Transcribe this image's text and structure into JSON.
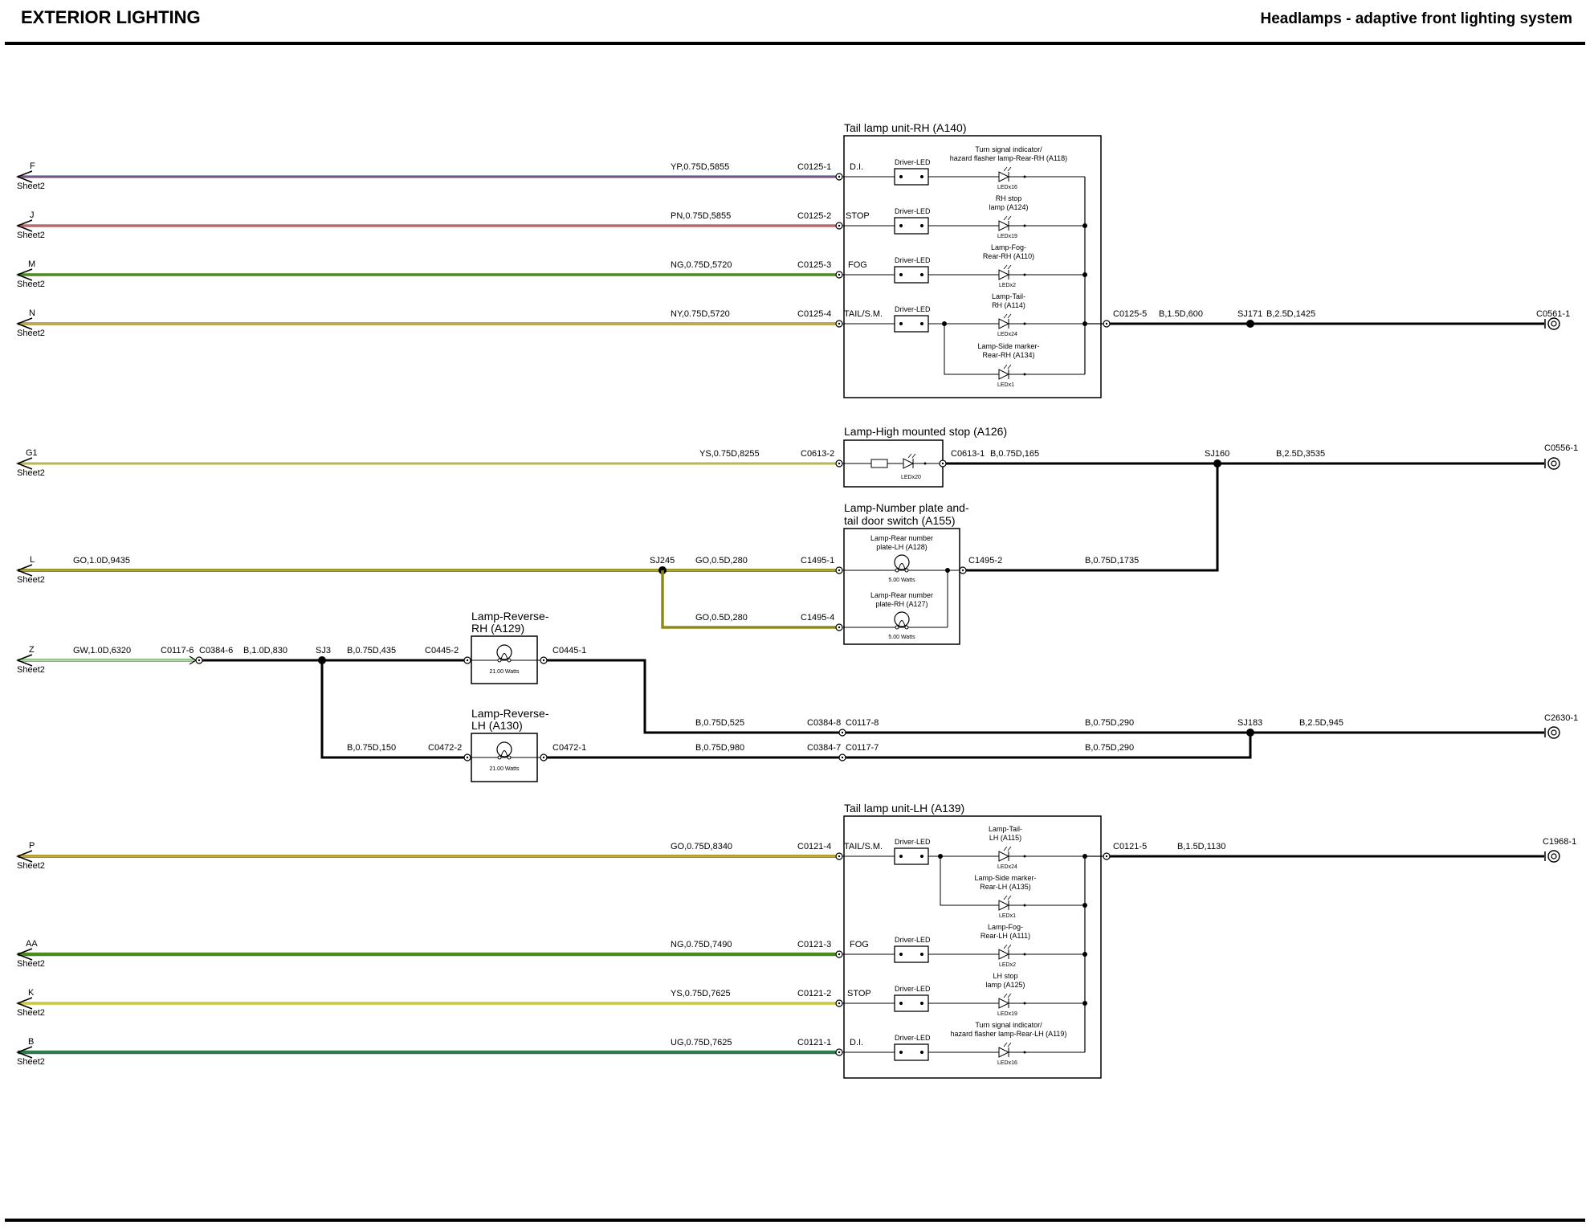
{
  "header": {
    "left_title": "EXTERIOR LIGHTING",
    "right_title": "Headlamps - adaptive front lighting system"
  },
  "wire_colors": {
    "YP": "#c7b44a",
    "PN": "#9b4040",
    "NG": "#5e8f24",
    "NY": "#b89b2a",
    "YS": "#d6d272",
    "GO": "#8a8a17",
    "GW": "#7fb86f",
    "B": "#000000",
    "UG": "#2e7d4f",
    "Y": "#d1d036"
  },
  "signals": [
    {
      "id": "F",
      "sheet": "Sheet2"
    },
    {
      "id": "J",
      "sheet": "Sheet2"
    },
    {
      "id": "M",
      "sheet": "Sheet2"
    },
    {
      "id": "N",
      "sheet": "Sheet2"
    },
    {
      "id": "G1",
      "sheet": "Sheet2"
    },
    {
      "id": "L",
      "sheet": "Sheet2"
    },
    {
      "id": "Z",
      "sheet": "Sheet2"
    },
    {
      "id": "P",
      "sheet": "Sheet2"
    },
    {
      "id": "AA",
      "sheet": "Sheet2"
    },
    {
      "id": "K",
      "sheet": "Sheet2"
    },
    {
      "id": "B",
      "sheet": "Sheet2"
    }
  ],
  "wire_labels": {
    "F": "YP,0.75D,5855",
    "J": "PN,0.75D,5855",
    "M": "NG,0.75D,5720",
    "N": "NY,0.75D,5720",
    "G1": "YS,0.75D,8255",
    "L": "GO,1.0D,9435",
    "L_a": "GO,0.5D,280",
    "L_b": "GO,0.5D,280",
    "Z": "GW,1.0D,6320",
    "Z_a": "B,1.0D,830",
    "Z_b": "B,0.75D,435",
    "Z_c": "B,0.75D,150",
    "P": "GO,0.75D,8340",
    "AA": "NG,0.75D,7490",
    "K": "YS,0.75D,7625",
    "B": "UG,0.75D,7625",
    "rh_gnd": "B,1.5D,600",
    "rh_gnd2": "B,2.5D,1425",
    "hms_gnd": "B,0.75D,165",
    "hms_gnd2": "B,2.5D,3535",
    "np_gnd": "B,0.75D,1735",
    "rev_rh": "B,0.75D,525",
    "rev_lh": "B,0.75D,980",
    "rev_rh2": "B,0.75D,290",
    "rev_lh2": "B,0.75D,290",
    "rev_gnd": "B,2.5D,945",
    "lh_gnd": "B,1.5D,1130"
  },
  "connectors": {
    "C0125_1": "C0125-1",
    "C0125_2": "C0125-2",
    "C0125_3": "C0125-3",
    "C0125_4": "C0125-4",
    "C0125_5": "C0125-5",
    "C0613_2": "C0613-2",
    "C0613_1": "C0613-1",
    "C1495_1": "C1495-1",
    "C1495_4": "C1495-4",
    "C1495_2": "C1495-2",
    "C0117_6": "C0117-6",
    "C0384_6": "C0384-6",
    "C0445_2": "C0445-2",
    "C0445_1": "C0445-1",
    "C0472_2": "C0472-2",
    "C0472_1": "C0472-1",
    "C0384_8": "C0384-8",
    "C0117_8": "C0117-8",
    "C0384_7": "C0384-7",
    "C0117_7": "C0117-7",
    "C0121_4": "C0121-4",
    "C0121_3": "C0121-3",
    "C0121_2": "C0121-2",
    "C0121_1": "C0121-1",
    "C0121_5": "C0121-5"
  },
  "splices": {
    "SJ171": "SJ171",
    "SJ160": "SJ160",
    "SJ245": "SJ245",
    "SJ3": "SJ3",
    "SJ183": "SJ183"
  },
  "grounds": {
    "C0561_1": "C0561-1",
    "C0556_1": "C0556-1",
    "C2630_1": "C2630-1",
    "C1968_1": "C1968-1"
  },
  "components": {
    "tail_rh": {
      "title": "Tail lamp unit-RH (A140)",
      "pins": [
        "D.I.",
        "STOP",
        "FOG",
        "TAIL/S.M."
      ],
      "driver": "Driver-LED",
      "lamps": [
        {
          "name1": "Turn signal indicator/",
          "name2": "hazard flasher lamp-Rear-RH (A118)",
          "leds": "LEDx16"
        },
        {
          "name1": "RH stop",
          "name2": "lamp (A124)",
          "leds": "LEDx19"
        },
        {
          "name1": "Lamp-Fog-",
          "name2": "Rear-RH (A110)",
          "leds": "LEDx2"
        },
        {
          "name1": "Lamp-Tail-",
          "name2": "RH (A114)",
          "leds": "LEDx24"
        },
        {
          "name1": "Lamp-Side marker-",
          "name2": "Rear-RH (A134)",
          "leds": "LEDx1"
        }
      ]
    },
    "hms": {
      "title": "Lamp-High mounted stop (A126)",
      "leds": "LEDx20"
    },
    "numplate": {
      "title1": "Lamp-Number plate and-",
      "title2": "tail door switch (A155)",
      "lamp1_a": "Lamp-Rear number",
      "lamp1_b": "plate-LH (A128)",
      "lamp1_w": "5.00 Watts",
      "lamp2_a": "Lamp-Rear number",
      "lamp2_b": "plate-RH (A127)",
      "lamp2_w": "5.00 Watts"
    },
    "rev_rh": {
      "title1": "Lamp-Reverse-",
      "title2": "RH (A129)",
      "watts": "21.00 Watts"
    },
    "rev_lh": {
      "title1": "Lamp-Reverse-",
      "title2": "LH (A130)",
      "watts": "21.00 Watts"
    },
    "tail_lh": {
      "title": "Tail lamp unit-LH (A139)",
      "pins": [
        "TAIL/S.M.",
        "FOG",
        "STOP",
        "D.I."
      ],
      "driver": "Driver-LED",
      "lamps": [
        {
          "name1": "Lamp-Tail-",
          "name2": "LH (A115)",
          "leds": "LEDx24"
        },
        {
          "name1": "Lamp-Side marker-",
          "name2": "Rear-LH (A135)",
          "leds": "LEDx1"
        },
        {
          "name1": "Lamp-Fog-",
          "name2": "Rear-LH (A111)",
          "leds": "LEDx2"
        },
        {
          "name1": "LH stop",
          "name2": "lamp (A125)",
          "leds": "LEDx19"
        },
        {
          "name1": "Turn signal indicator/",
          "name2": "hazard flasher lamp-Rear-LH (A119)",
          "leds": "LEDx16"
        }
      ]
    }
  }
}
